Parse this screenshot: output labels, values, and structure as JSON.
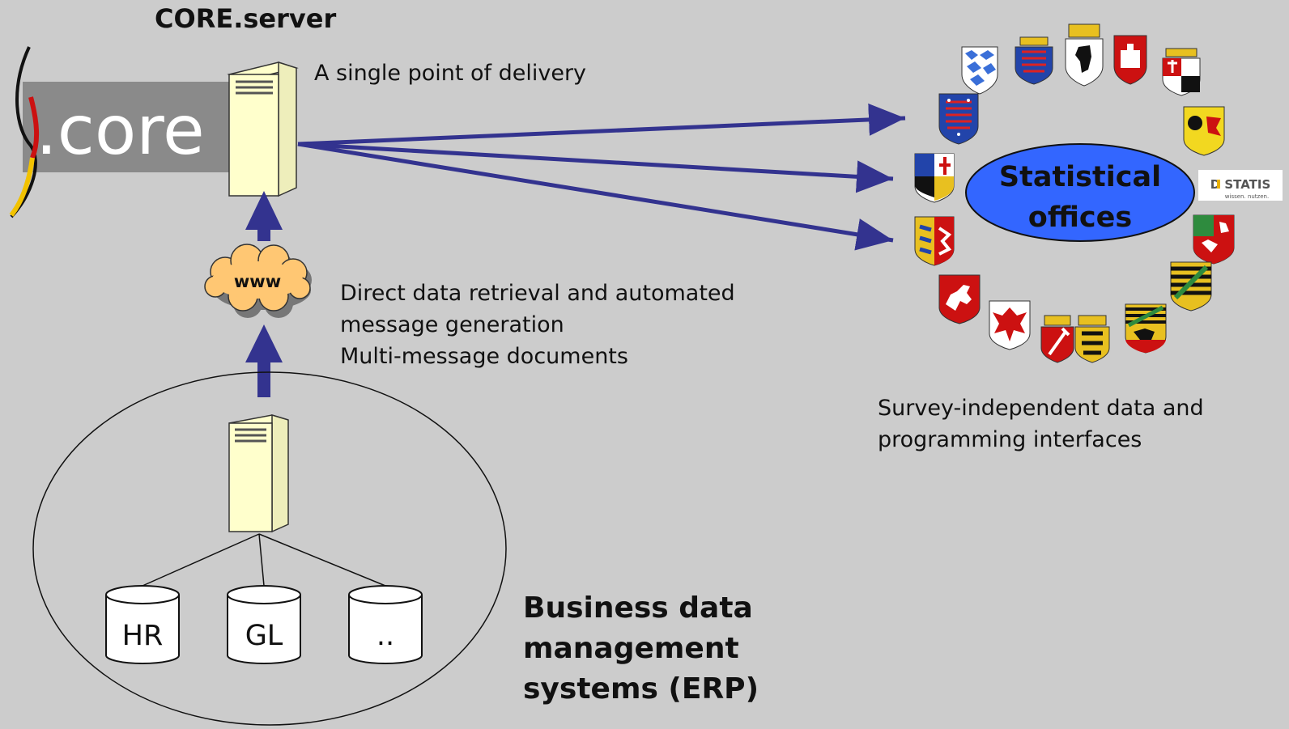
{
  "server_title": "CORE.server",
  "logo_text": ".core",
  "delivery_text": "A single point of delivery",
  "cloud_label": "www",
  "retrieval_lines": [
    "Direct data retrieval and automated",
    "message generation",
    "Multi-message documents"
  ],
  "erp_lines": [
    "Business data",
    "management",
    "systems (ERP)"
  ],
  "databases": [
    "HR",
    "GL",
    ".."
  ],
  "offices_lines": [
    "Statistical",
    "offices"
  ],
  "destatis_name": "D STATIS",
  "destatis_tagline": "wissen. nutzen.",
  "interfaces_lines": [
    "Survey-independent data and",
    "programming interfaces"
  ],
  "colors": {
    "background": "#cccccc",
    "arrow": "#33338f",
    "server_fill": "#ffffcc",
    "cloud_fill": "#ffc773",
    "offices_fill": "#3366ff",
    "logo_box": "#8a8a8a"
  }
}
